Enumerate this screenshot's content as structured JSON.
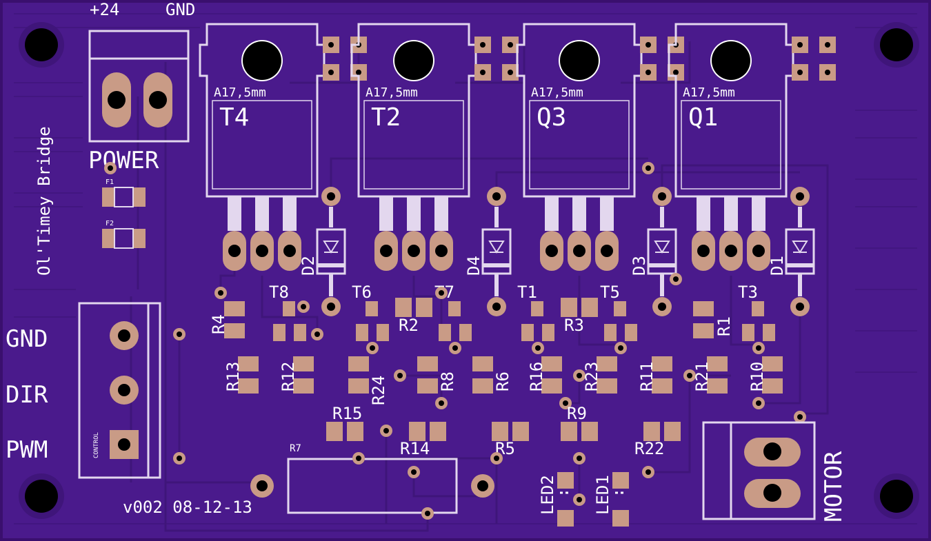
{
  "board": {
    "title": "Ol'Timey Bridge",
    "version": "v002 08-12-13",
    "colors": {
      "soldermask": "#4a1a8c",
      "silkscreen": "#ffffff",
      "pad": "#c99b86",
      "hole": "#000000"
    }
  },
  "power_connector": {
    "label": "POWER",
    "pins": [
      "+24",
      "GND"
    ]
  },
  "control_connector": {
    "label": "CONTROL",
    "pins": [
      "GND",
      "DIR",
      "PWM"
    ]
  },
  "motor_connector": {
    "label": "MOTOR"
  },
  "transistors": [
    {
      "ref": "T4",
      "heatsink": "A17,5mm"
    },
    {
      "ref": "T2",
      "heatsink": "A17,5mm"
    },
    {
      "ref": "Q3",
      "heatsink": "A17,5mm"
    },
    {
      "ref": "Q1",
      "heatsink": "A17,5mm"
    }
  ],
  "diodes": [
    "D2",
    "D4",
    "D3",
    "D1"
  ],
  "fuses": [
    "F1",
    "F2"
  ],
  "small_transistors": [
    "T8",
    "T6",
    "T7",
    "T1",
    "T5",
    "T3"
  ],
  "resistors": {
    "R4": "R4",
    "R2": "R2",
    "R3": "R3",
    "R1": "R1",
    "R13": "R13",
    "R12": "R12",
    "R24": "R24",
    "R8": "R8",
    "R6": "R6",
    "R16": "R16",
    "R23": "R23",
    "R11": "R11",
    "R21": "R21",
    "R10": "R10",
    "R15": "R15",
    "R14": "R14",
    "R7": "R7",
    "R5": "R5",
    "R9": "R9",
    "R22": "R22"
  },
  "leds": [
    "LED2",
    "LED1"
  ]
}
